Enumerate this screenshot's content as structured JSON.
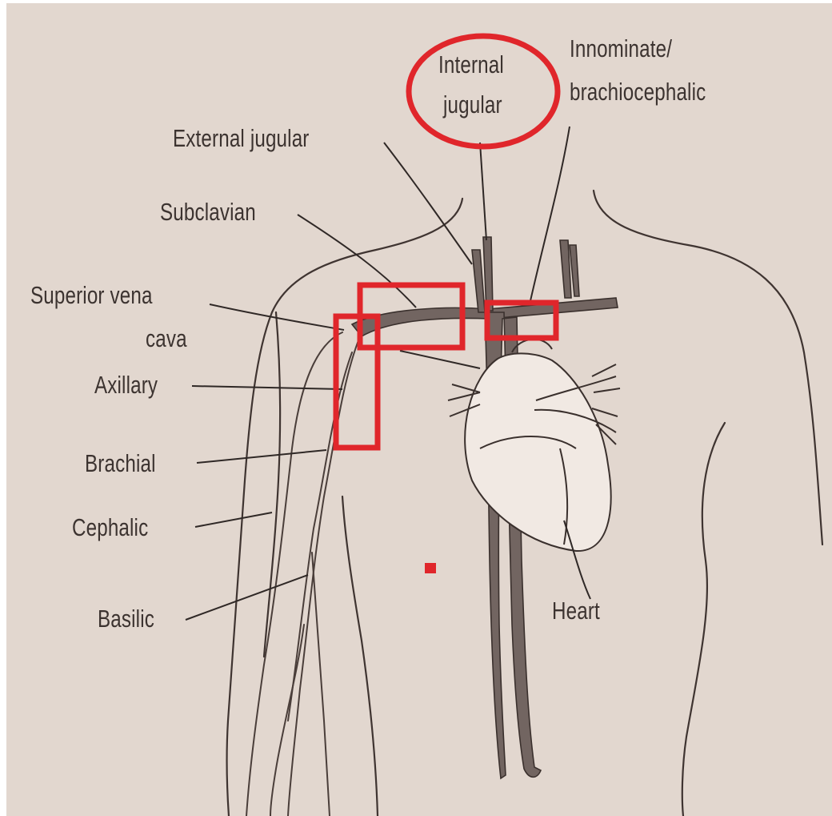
{
  "labels": {
    "internal_jugular_line1": "Internal",
    "internal_jugular_line2": "jugular",
    "innominate_line1": "Innominate/",
    "innominate_line2": "brachiocephalic",
    "external_jugular": "External jugular",
    "subclavian": "Subclavian",
    "svc_line1": "Superior vena",
    "svc_line2": "cava",
    "axillary": "Axillary",
    "brachial": "Brachial",
    "cephalic": "Cephalic",
    "basilic": "Basilic",
    "heart": "Heart"
  },
  "colors": {
    "paper": "#e7dcd4",
    "ink": "#3c3330",
    "vein": "#6b5e5a",
    "annotation": "#e0262b"
  }
}
